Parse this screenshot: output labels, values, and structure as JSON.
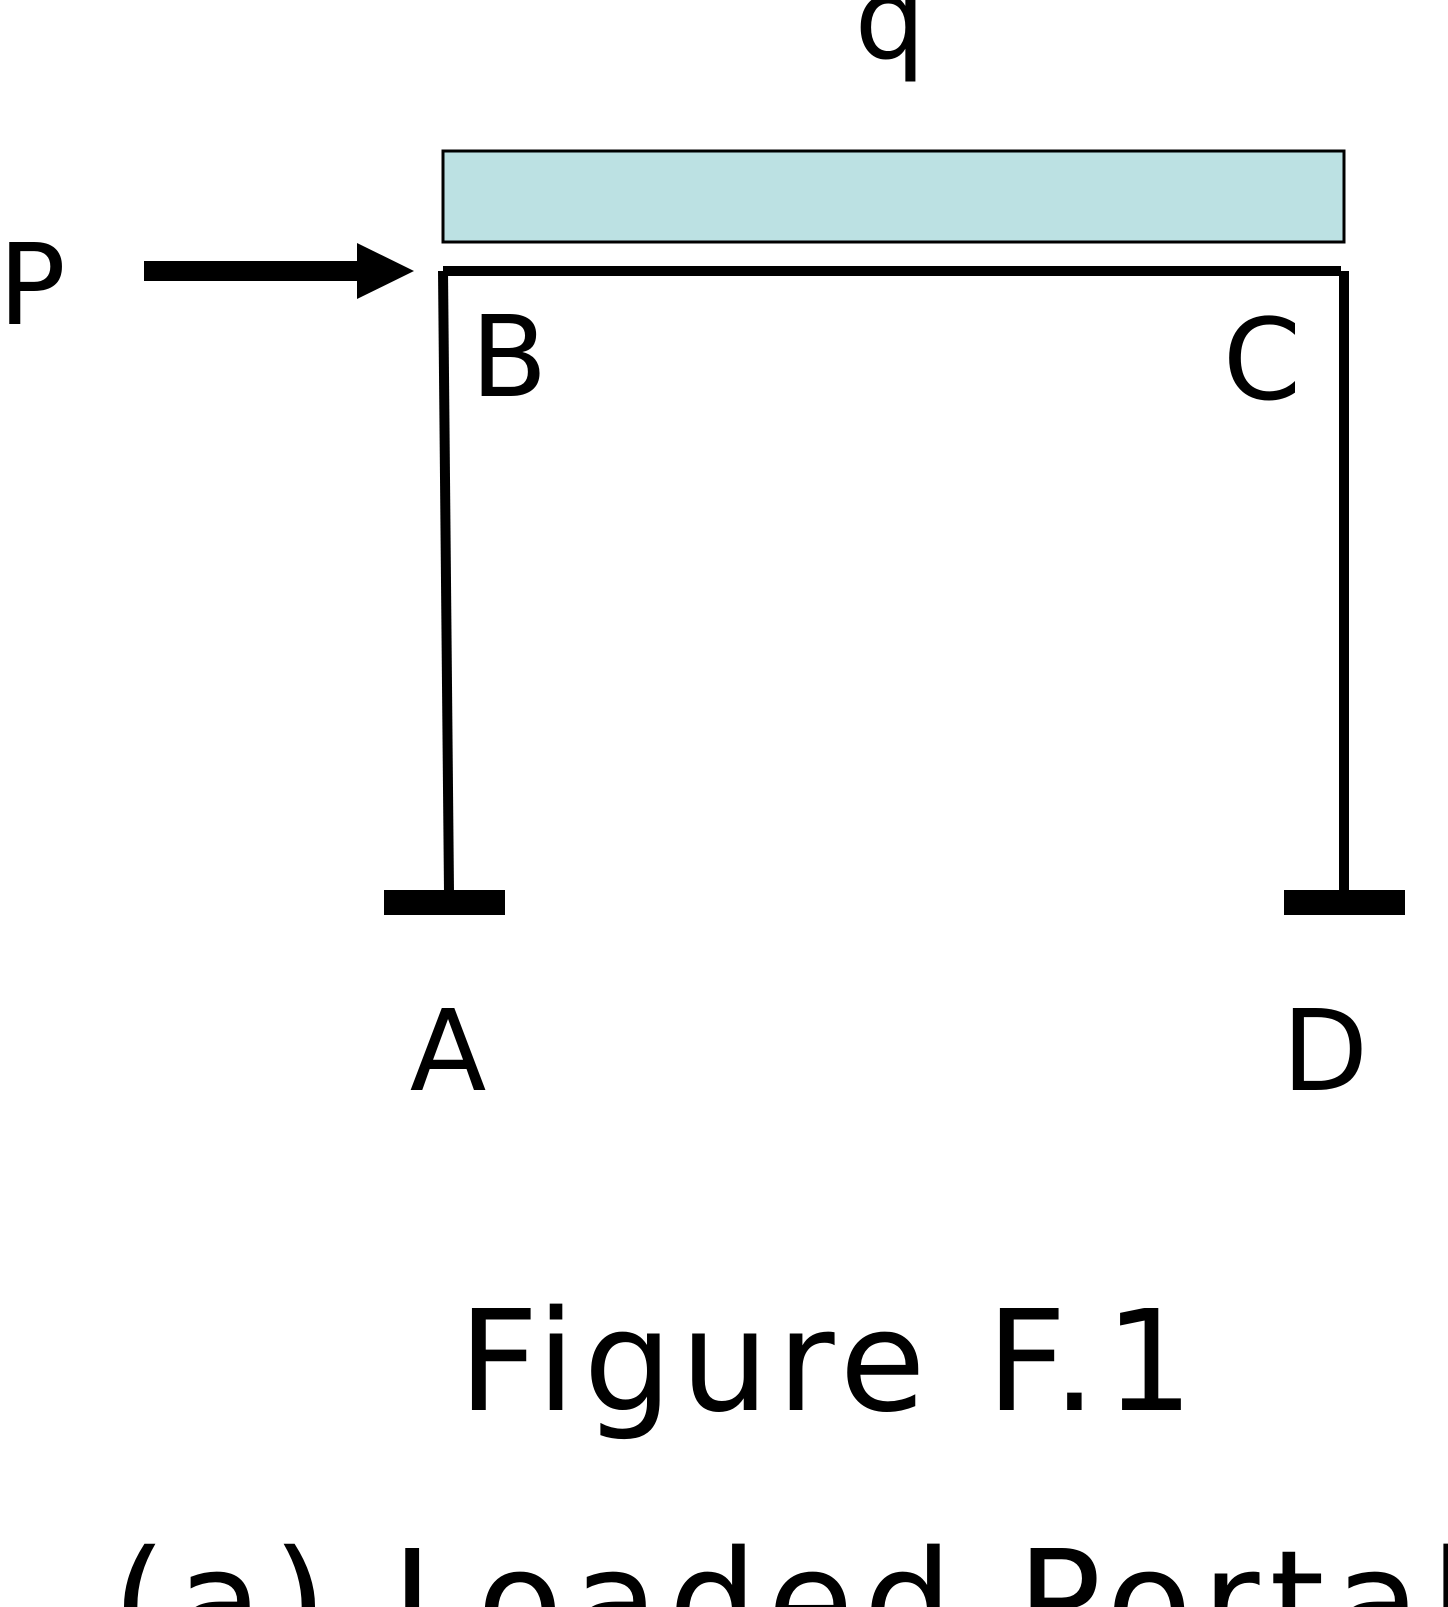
{
  "labels": {
    "distributed_load": "q",
    "point_load": "P",
    "node_a": "A",
    "node_b": "B",
    "node_c": "C",
    "node_d": "D"
  },
  "figure": {
    "title": "Figure F.1",
    "caption": "(a) Loaded Portal Frame"
  },
  "colors": {
    "load_fill": "#bce1e3",
    "line": "#000000",
    "background": "#ffffff"
  }
}
